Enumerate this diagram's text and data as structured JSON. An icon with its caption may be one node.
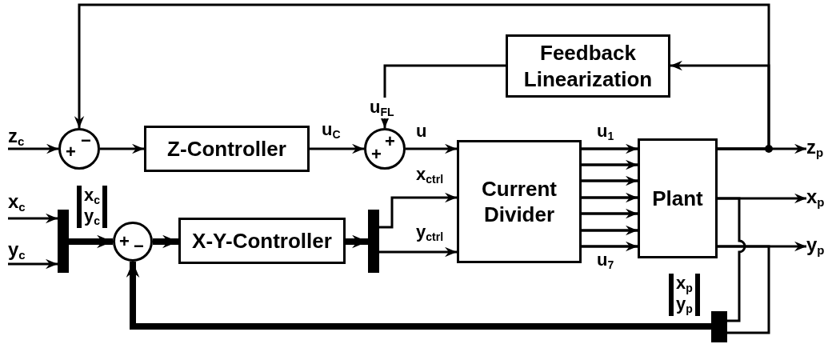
{
  "diagram": {
    "nodes": [
      {
        "text": [
          "z$_{c}$"
        ]
      },
      {
        "text": [
          "−",
          "+"
        ]
      },
      {
        "text": [
          "Z-Controller"
        ]
      },
      {
        "text": [
          "+",
          "+"
        ]
      },
      {
        "text": [
          "Feedback Linearization"
        ]
      },
      {
        "text": [
          "Current Divider"
        ]
      },
      {
        "text": [
          "Plant"
        ]
      },
      {
        "text": [
          "x$_{c}$"
        ]
      },
      {
        "text": [
          "y$_{c}$"
        ]
      },
      {
        "text": [],
        "shape": "bar"
      },
      {
        "text": [
          "+",
          "−"
        ]
      },
      {
        "text": [
          "X-Y-Controller"
        ]
      },
      {
        "text": [],
        "shape": "bar"
      },
      {
        "text": [],
        "shape": "bar"
      },
      {
        "text": [
          "z$_{p}$"
        ]
      },
      {
        "text": [
          "x$_{p}$"
        ]
      },
      {
        "text": [
          "y$_{p}$"
        ]
      }
    ],
    "edges": [
      {
        "from": 0,
        "to": 1,
        "arrow": "to"
      },
      {
        "from": 1,
        "to": 2,
        "arrow": "to"
      },
      {
        "from": 2,
        "to": 3,
        "arrow": "to",
        "label": "u$_{C}$"
      },
      {
        "from": 4,
        "to": 3,
        "arrow": "to",
        "label": "u$_{FL}$"
      },
      {
        "from": 3,
        "to": 5,
        "arrow": "to",
        "label": "u"
      },
      {
        "from": 5,
        "to": 6,
        "arrow": "to",
        "label": "u$_{1}$"
      },
      {
        "from": 5,
        "to": 6,
        "arrow": "to"
      },
      {
        "from": 5,
        "to": 6,
        "arrow": "to"
      },
      {
        "from": 5,
        "to": 6,
        "arrow": "to"
      },
      {
        "from": 5,
        "to": 6,
        "arrow": "to"
      },
      {
        "from": 5,
        "to": 6,
        "arrow": "to"
      },
      {
        "from": 5,
        "to": 6,
        "arrow": "to",
        "label": "u$_{7}$"
      },
      {
        "from": 6,
        "to": 14,
        "arrow": "to"
      },
      {
        "from": 6,
        "to": 15,
        "arrow": "to"
      },
      {
        "from": 6,
        "to": 16,
        "arrow": "to"
      },
      {
        "from": 6,
        "to": 4,
        "arrow": "to"
      },
      {
        "from": 6,
        "to": 1,
        "arrow": "to"
      },
      {
        "from": 7,
        "to": 9,
        "arrow": "to"
      },
      {
        "from": 8,
        "to": 9,
        "arrow": "to"
      },
      {
        "from": 9,
        "to": 10,
        "arrow": "to",
        "style": "thick",
        "label": "x$_{c}$ y$_{c}$"
      },
      {
        "from": 10,
        "to": 11,
        "arrow": "to",
        "style": "thick"
      },
      {
        "from": 11,
        "to": 12,
        "arrow": "to",
        "style": "thick"
      },
      {
        "from": 12,
        "to": 5,
        "arrow": "to",
        "label": "x$_{ctrl}$"
      },
      {
        "from": 12,
        "to": 5,
        "arrow": "to",
        "label": "y$_{ctrl}$"
      },
      {
        "from": 6,
        "to": 13,
        "arrow": "none"
      },
      {
        "from": 6,
        "to": 13,
        "arrow": "none"
      },
      {
        "from": 13,
        "to": 10,
        "arrow": "to",
        "style": "thick",
        "label": "x$_{p}$ y$_{p}$"
      }
    ]
  }
}
